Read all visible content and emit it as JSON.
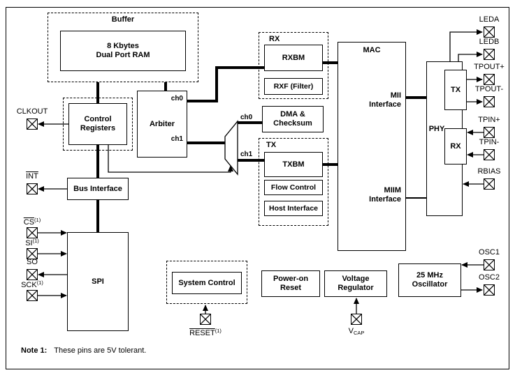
{
  "blocks": {
    "buffer": {
      "label": "Buffer",
      "ram_line1": "8 Kbytes",
      "ram_line2": "Dual Port RAM"
    },
    "control_registers": {
      "line1": "Control",
      "line2": "Registers"
    },
    "arbiter": {
      "label": "Arbiter",
      "ch0": "ch0",
      "ch1": "ch1"
    },
    "mux": {
      "ch0": "ch0",
      "ch1": "ch1"
    },
    "rx_group": {
      "label": "RX",
      "rxbm": "RXBM",
      "rxf": "RXF (Filter)"
    },
    "dma": {
      "line1": "DMA &",
      "line2": "Checksum"
    },
    "tx_group": {
      "label": "TX",
      "txbm": "TXBM",
      "flow_control": "Flow Control",
      "host_interface": "Host Interface"
    },
    "mac": {
      "label": "MAC",
      "mii_line1": "MII",
      "mii_line2": "Interface",
      "miim_line1": "MIIM",
      "miim_line2": "Interface"
    },
    "phy": {
      "label": "PHY",
      "tx": "TX",
      "rx": "RX"
    },
    "bus_interface": {
      "label": "Bus Interface"
    },
    "spi": {
      "label": "SPI"
    },
    "system_control": {
      "label": "System Control"
    },
    "power_on_reset": {
      "line1": "Power-on",
      "line2": "Reset"
    },
    "voltage_regulator": {
      "line1": "Voltage",
      "line2": "Regulator"
    },
    "oscillator": {
      "line1": "25 MHz",
      "line2": "Oscillator"
    }
  },
  "pins": {
    "clkout": {
      "label": "CLKOUT"
    },
    "int": {
      "label": "INT",
      "overline": true
    },
    "cs": {
      "label": "CS",
      "sup": "(1)",
      "overline": true
    },
    "si": {
      "label": "SI",
      "sup": "(1)"
    },
    "so": {
      "label": "SO"
    },
    "sck": {
      "label": "SCK",
      "sup": "(1)"
    },
    "leda": {
      "label": "LEDA"
    },
    "ledb": {
      "label": "LEDB"
    },
    "tpout_plus": {
      "label": "TPOUT+"
    },
    "tpout_minus": {
      "label": "TPOUT-"
    },
    "tpin_plus": {
      "label": "TPIN+"
    },
    "tpin_minus": {
      "label": "TPIN-"
    },
    "rbias": {
      "label": "RBIAS"
    },
    "osc1": {
      "label": "OSC1"
    },
    "osc2": {
      "label": "OSC2"
    },
    "reset": {
      "label": "RESET",
      "sup": "(1)",
      "overline": true
    },
    "vcap": {
      "label": "V",
      "sub": "CAP"
    }
  },
  "note": {
    "label": "Note 1:",
    "text": "These pins are 5V tolerant."
  },
  "colors": {
    "line": "#000000",
    "background": "#ffffff"
  }
}
